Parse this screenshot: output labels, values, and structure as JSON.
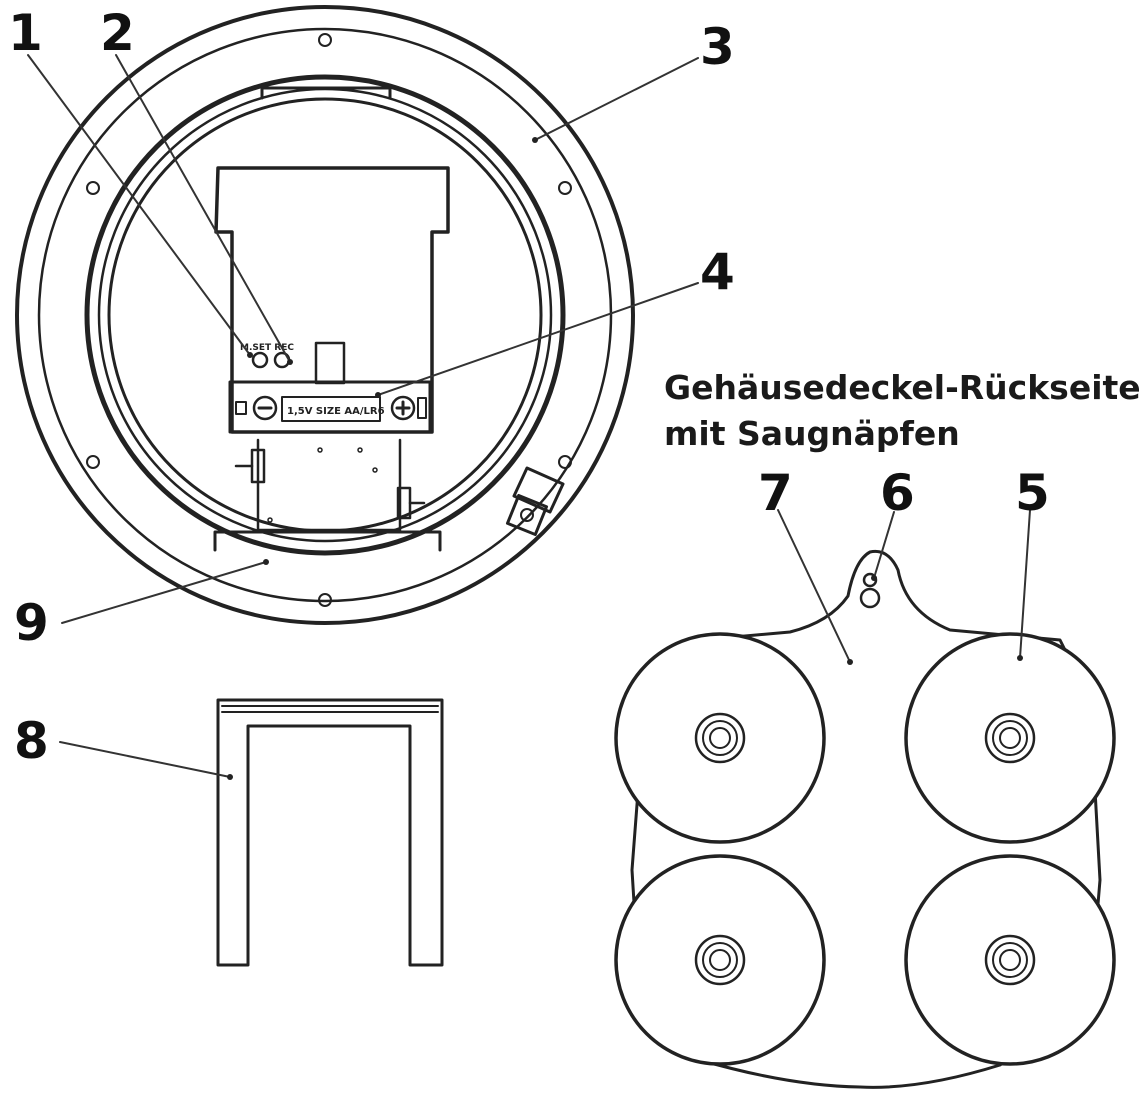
{
  "caption": {
    "line1": "Gehäusedeckel-Rückseite",
    "line2": "mit Saugnäpfen"
  },
  "callouts": [
    "1",
    "2",
    "3",
    "4",
    "5",
    "6",
    "7",
    "8",
    "9"
  ],
  "device_labels": {
    "buttons": "M.SET REC",
    "battery": "1,5V SIZE AA/LR6",
    "minus": "−",
    "plus": "+"
  }
}
